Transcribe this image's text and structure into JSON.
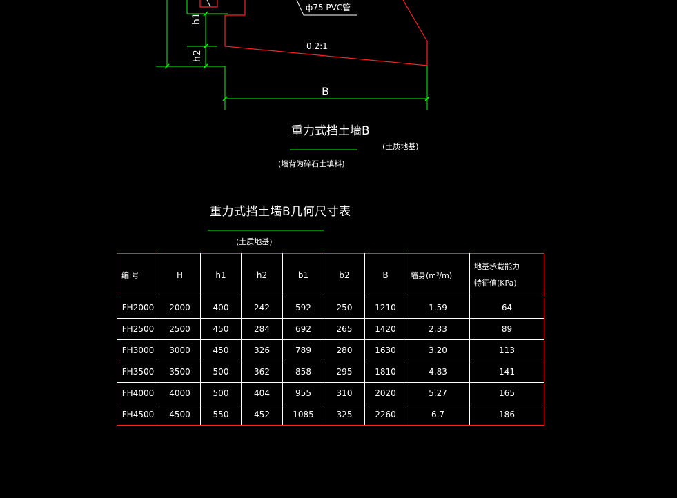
{
  "drawing": {
    "pvc_label": "ф75 PVC管",
    "slope_label": "0.2:1",
    "h1_label": "h1",
    "h2_label": "h2",
    "dim_B_label": "B",
    "wall_title": "重力式挡土墙B",
    "wall_subtitle_right": "(土质地基)",
    "wall_subtitle_below": "(墙背为碎石土填料)"
  },
  "table": {
    "title": "重力式挡土墙B几何尺寸表",
    "subtitle": "(土质地基)",
    "headers": [
      "编 号",
      "H",
      "h1",
      "h2",
      "b1",
      "b2",
      "B",
      "墙身(m³/m)",
      "地基承载能力",
      "特征值(KPa)"
    ],
    "rows": [
      [
        "FH2000",
        "2000",
        "400",
        "242",
        "592",
        "250",
        "1210",
        "1.59",
        "64"
      ],
      [
        "FH2500",
        "2500",
        "450",
        "284",
        "692",
        "265",
        "1420",
        "2.33",
        "89"
      ],
      [
        "FH3000",
        "3000",
        "450",
        "326",
        "789",
        "280",
        "1630",
        "3.20",
        "113"
      ],
      [
        "FH3500",
        "3500",
        "500",
        "362",
        "858",
        "295",
        "1810",
        "4.83",
        "141"
      ],
      [
        "FH4000",
        "4000",
        "500",
        "404",
        "955",
        "310",
        "2020",
        "5.27",
        "165"
      ],
      [
        "FH4500",
        "4500",
        "550",
        "452",
        "1085",
        "325",
        "2260",
        "6.7",
        "186"
      ]
    ]
  },
  "colors": {
    "wall_outline": "#ff2020",
    "dimension_lines": "#00ff00",
    "table_border": "#ff1f1f",
    "text": "#ffffff",
    "background": "#000000"
  }
}
